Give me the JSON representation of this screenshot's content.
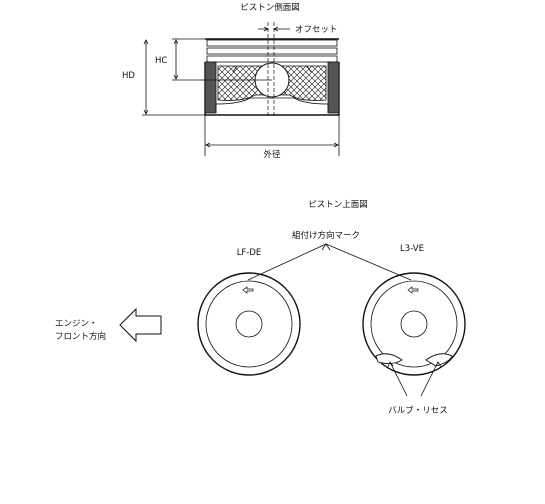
{
  "side_view": {
    "title": "ピストン側面図",
    "offset_label": "オフセット",
    "hc_label": "HC",
    "hd_label": "HD",
    "outer_diameter_label": "外径"
  },
  "top_view": {
    "title": "ピストン上面図",
    "assembly_mark_label": "組付け方向マーク",
    "left_piston_label": "LF-DE",
    "right_piston_label": "L3-VE",
    "engine_front_line1": "エンジン・",
    "engine_front_line2": "フロント方向",
    "valve_recess_label": "バルブ・リセス"
  }
}
